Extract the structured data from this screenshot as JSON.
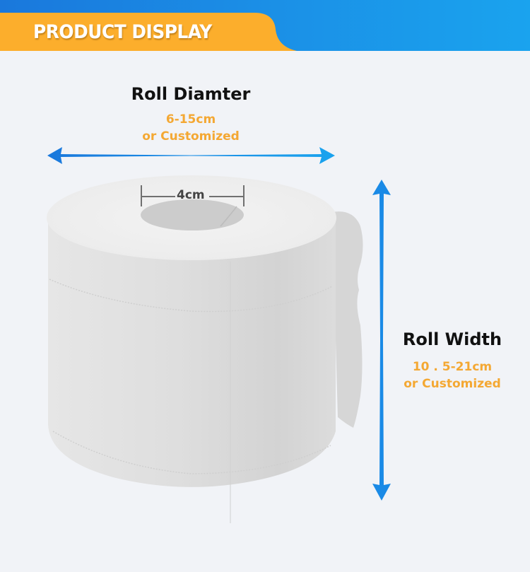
{
  "banner": {
    "title": "PRODUCT DISPLAY",
    "colors": {
      "tab": "#fcae2c",
      "bar_start": "#1a78dc",
      "bar_end": "#1aa3ee"
    }
  },
  "diameter": {
    "title": "Roll Diamter",
    "range": "6-15cm",
    "note": "or Customized"
  },
  "core": {
    "label": "4cm"
  },
  "width": {
    "title": "Roll Width",
    "range": "10 . 5-21cm",
    "note": "or Customized"
  },
  "colors": {
    "background": "#f1f3f7",
    "accent_text": "#f4a833",
    "arrow": "#1a8ae6",
    "title_text": "#111111"
  }
}
